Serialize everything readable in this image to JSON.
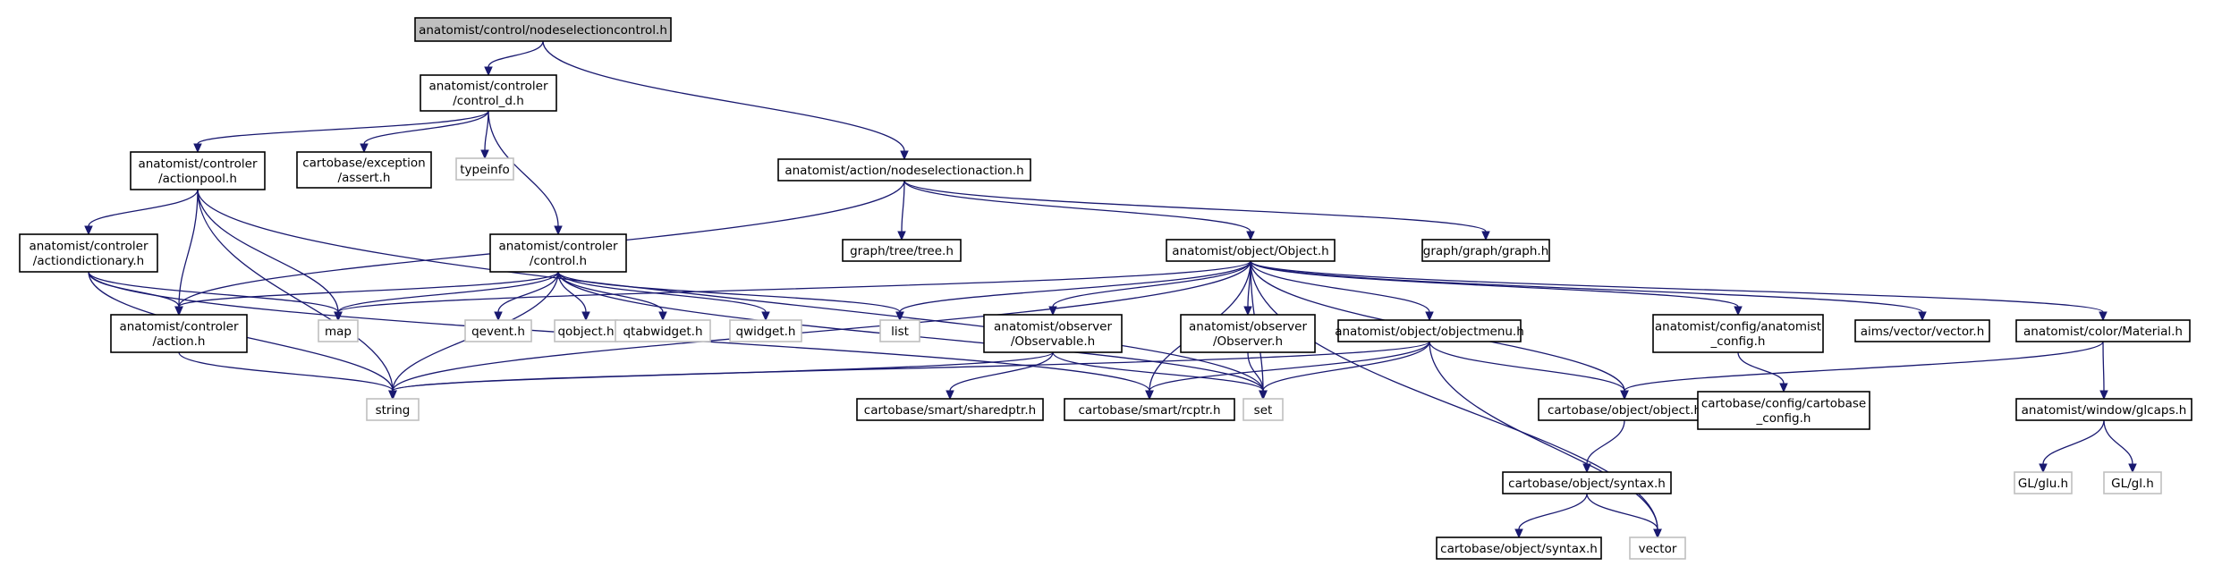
{
  "colors": {
    "edge": "#191970",
    "node_border": "#000000",
    "node_fill": "#ffffff",
    "root_fill": "#bfbfbf",
    "external_border": "#bfbfbf",
    "text": "#000000"
  },
  "nodes": [
    {
      "id": "root",
      "lines": [
        "anatomist/control/nodeselectioncontrol.h"
      ],
      "kind": "root"
    },
    {
      "id": "control_d",
      "lines": [
        "anatomist/controler",
        "/control_d.h"
      ],
      "kind": "file"
    },
    {
      "id": "nodeselaction",
      "lines": [
        "anatomist/action/nodeselectionaction.h"
      ],
      "kind": "file"
    },
    {
      "id": "actionpool",
      "lines": [
        "anatomist/controler",
        "/actionpool.h"
      ],
      "kind": "file"
    },
    {
      "id": "assert",
      "lines": [
        "cartobase/exception",
        "/assert.h"
      ],
      "kind": "file"
    },
    {
      "id": "typeinfo",
      "lines": [
        "typeinfo"
      ],
      "kind": "external"
    },
    {
      "id": "control",
      "lines": [
        "anatomist/controler",
        "/control.h"
      ],
      "kind": "file"
    },
    {
      "id": "tree",
      "lines": [
        "graph/tree/tree.h"
      ],
      "kind": "file"
    },
    {
      "id": "object",
      "lines": [
        "anatomist/object/Object.h"
      ],
      "kind": "file"
    },
    {
      "id": "graphh",
      "lines": [
        "graph/graph/graph.h"
      ],
      "kind": "file"
    },
    {
      "id": "actiondict",
      "lines": [
        "anatomist/controler",
        "/actiondictionary.h"
      ],
      "kind": "file"
    },
    {
      "id": "action",
      "lines": [
        "anatomist/controler",
        "/action.h"
      ],
      "kind": "file"
    },
    {
      "id": "map",
      "lines": [
        "map"
      ],
      "kind": "external"
    },
    {
      "id": "qevent",
      "lines": [
        "qevent.h"
      ],
      "kind": "external"
    },
    {
      "id": "qobject",
      "lines": [
        "qobject.h"
      ],
      "kind": "external"
    },
    {
      "id": "qtabwidget",
      "lines": [
        "qtabwidget.h"
      ],
      "kind": "external"
    },
    {
      "id": "qwidget",
      "lines": [
        "qwidget.h"
      ],
      "kind": "external"
    },
    {
      "id": "list",
      "lines": [
        "list"
      ],
      "kind": "external"
    },
    {
      "id": "observable",
      "lines": [
        "anatomist/observer",
        "/Observable.h"
      ],
      "kind": "file"
    },
    {
      "id": "observer",
      "lines": [
        "anatomist/observer",
        "/Observer.h"
      ],
      "kind": "file"
    },
    {
      "id": "objectmenu",
      "lines": [
        "anatomist/object/objectmenu.h"
      ],
      "kind": "file"
    },
    {
      "id": "anatconfig",
      "lines": [
        "anatomist/config/anatomist",
        "_config.h"
      ],
      "kind": "file"
    },
    {
      "id": "aimsvector",
      "lines": [
        "aims/vector/vector.h"
      ],
      "kind": "file"
    },
    {
      "id": "material",
      "lines": [
        "anatomist/color/Material.h"
      ],
      "kind": "file"
    },
    {
      "id": "string",
      "lines": [
        "string"
      ],
      "kind": "external"
    },
    {
      "id": "sharedptr",
      "lines": [
        "cartobase/smart/sharedptr.h"
      ],
      "kind": "file"
    },
    {
      "id": "rcptr",
      "lines": [
        "cartobase/smart/rcptr.h"
      ],
      "kind": "file"
    },
    {
      "id": "set",
      "lines": [
        "set"
      ],
      "kind": "external"
    },
    {
      "id": "cbobject",
      "lines": [
        "cartobase/object/object.h"
      ],
      "kind": "file"
    },
    {
      "id": "cbconfig",
      "lines": [
        "cartobase/config/cartobase",
        "_config.h"
      ],
      "kind": "file"
    },
    {
      "id": "glcaps",
      "lines": [
        "anatomist/window/glcaps.h"
      ],
      "kind": "file"
    },
    {
      "id": "glu",
      "lines": [
        "GL/glu.h"
      ],
      "kind": "external"
    },
    {
      "id": "gl",
      "lines": [
        "GL/gl.h"
      ],
      "kind": "external"
    },
    {
      "id": "syntax",
      "lines": [
        "cartobase/object/syntax.h"
      ],
      "kind": "file"
    },
    {
      "id": "syntax2",
      "lines": [
        "cartobase/object/syntax.h"
      ],
      "kind": "file"
    },
    {
      "id": "vector",
      "lines": [
        "vector"
      ],
      "kind": "external"
    }
  ],
  "edges": [
    [
      "root",
      "control_d"
    ],
    [
      "root",
      "nodeselaction"
    ],
    [
      "control_d",
      "actionpool"
    ],
    [
      "control_d",
      "assert"
    ],
    [
      "control_d",
      "typeinfo"
    ],
    [
      "control_d",
      "control"
    ],
    [
      "nodeselaction",
      "action"
    ],
    [
      "nodeselaction",
      "tree"
    ],
    [
      "nodeselaction",
      "object"
    ],
    [
      "nodeselaction",
      "graphh"
    ],
    [
      "actionpool",
      "actiondict"
    ],
    [
      "actionpool",
      "action"
    ],
    [
      "actionpool",
      "map"
    ],
    [
      "actionpool",
      "string"
    ],
    [
      "actionpool",
      "set"
    ],
    [
      "actiondict",
      "action"
    ],
    [
      "actiondict",
      "map"
    ],
    [
      "actiondict",
      "string"
    ],
    [
      "actiondict",
      "rcptr"
    ],
    [
      "action",
      "string"
    ],
    [
      "control",
      "action"
    ],
    [
      "control",
      "map"
    ],
    [
      "control",
      "string"
    ],
    [
      "control",
      "qevent"
    ],
    [
      "control",
      "qobject"
    ],
    [
      "control",
      "qtabwidget"
    ],
    [
      "control",
      "qwidget"
    ],
    [
      "control",
      "list"
    ],
    [
      "control",
      "set"
    ],
    [
      "object",
      "map"
    ],
    [
      "object",
      "list"
    ],
    [
      "object",
      "string"
    ],
    [
      "object",
      "observable"
    ],
    [
      "object",
      "observer"
    ],
    [
      "object",
      "objectmenu"
    ],
    [
      "object",
      "rcptr"
    ],
    [
      "object",
      "set"
    ],
    [
      "object",
      "cbobject"
    ],
    [
      "object",
      "anatconfig"
    ],
    [
      "object",
      "aimsvector"
    ],
    [
      "object",
      "material"
    ],
    [
      "object",
      "vector"
    ],
    [
      "observable",
      "string"
    ],
    [
      "observable",
      "sharedptr"
    ],
    [
      "observable",
      "set"
    ],
    [
      "observer",
      "set"
    ],
    [
      "objectmenu",
      "string"
    ],
    [
      "objectmenu",
      "rcptr"
    ],
    [
      "objectmenu",
      "set"
    ],
    [
      "objectmenu",
      "cbobject"
    ],
    [
      "objectmenu",
      "vector"
    ],
    [
      "anatconfig",
      "cbconfig"
    ],
    [
      "material",
      "cbobject"
    ],
    [
      "material",
      "glcaps"
    ],
    [
      "glcaps",
      "glu"
    ],
    [
      "glcaps",
      "gl"
    ],
    [
      "cbobject",
      "syntax"
    ],
    [
      "syntax",
      "syntax2"
    ],
    [
      "syntax",
      "vector"
    ]
  ]
}
